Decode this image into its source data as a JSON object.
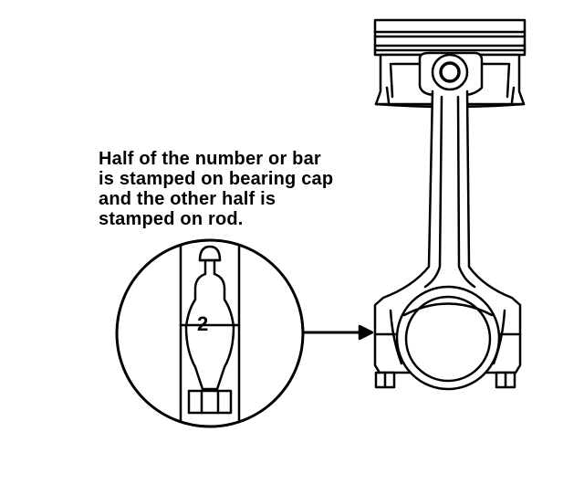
{
  "caption": {
    "line1": "Half of the number or bar",
    "line2": "is stamped on bearing cap",
    "line3": "and the other half is",
    "line4": "stamped on rod."
  },
  "detail": {
    "stamp_number": "2"
  },
  "colors": {
    "ink": "#000000",
    "paper": "#ffffff"
  }
}
